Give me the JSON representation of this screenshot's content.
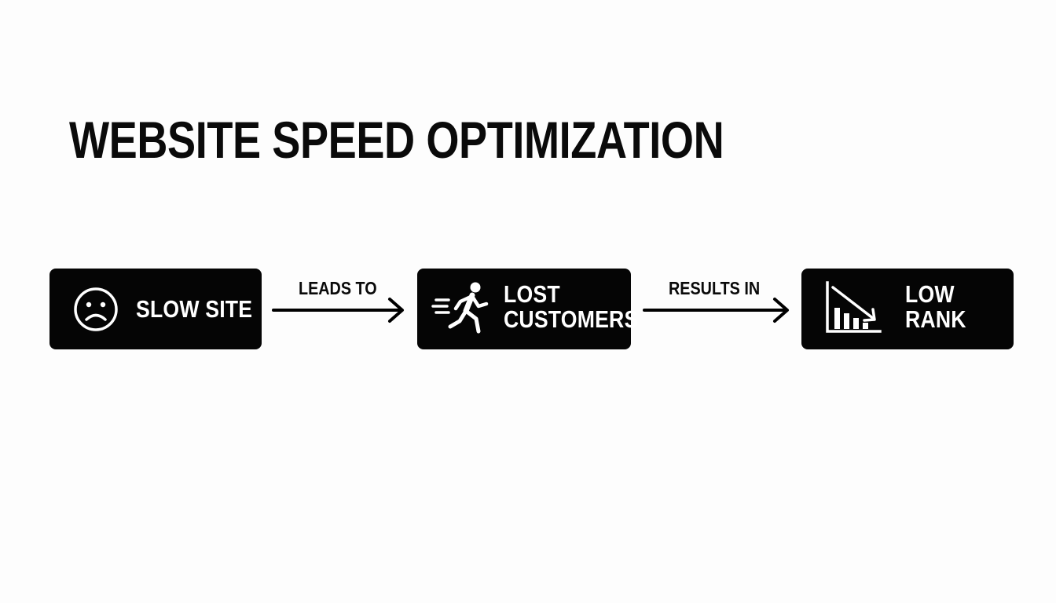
{
  "title": "WEBSITE SPEED OPTIMIZATION",
  "nodes": [
    {
      "icon": "sad-face-icon",
      "lines": [
        "SLOW SITE"
      ]
    },
    {
      "icon": "running-person-icon",
      "lines": [
        "LOST",
        "CUSTOMERS"
      ]
    },
    {
      "icon": "declining-bar-chart-icon",
      "lines": [
        "LOW",
        "RANK"
      ]
    }
  ],
  "edges": [
    {
      "label": "LEADS TO"
    },
    {
      "label": "RESULTS IN"
    }
  ],
  "colors": {
    "background": "#fdfdfd",
    "node_fill": "#050505",
    "node_text": "#ffffff",
    "text": "#0a0a0a"
  }
}
